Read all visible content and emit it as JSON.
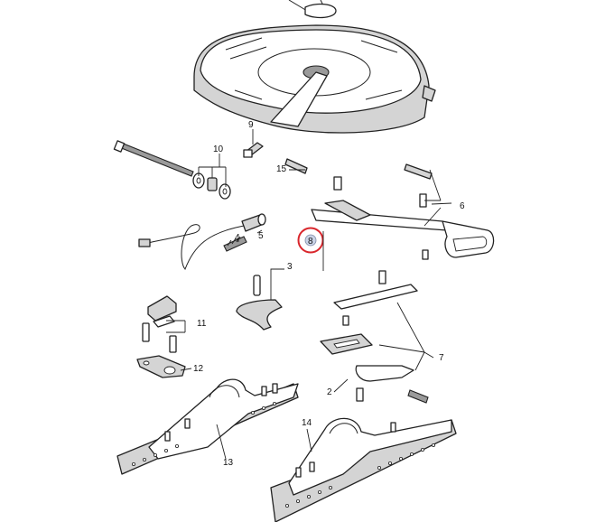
{
  "callouts": {
    "c2": "2",
    "c3": "3",
    "c4": "4",
    "c5": "5",
    "c6": "6",
    "c7": "7",
    "c8": "8",
    "c9": "9",
    "c10": "10",
    "c11": "11",
    "c12": "12",
    "c13": "13",
    "c14": "14",
    "c15": "15"
  },
  "highlight": {
    "callout": "8",
    "ring_color": "#d9262c",
    "fill_color": "#c9d3e6"
  }
}
